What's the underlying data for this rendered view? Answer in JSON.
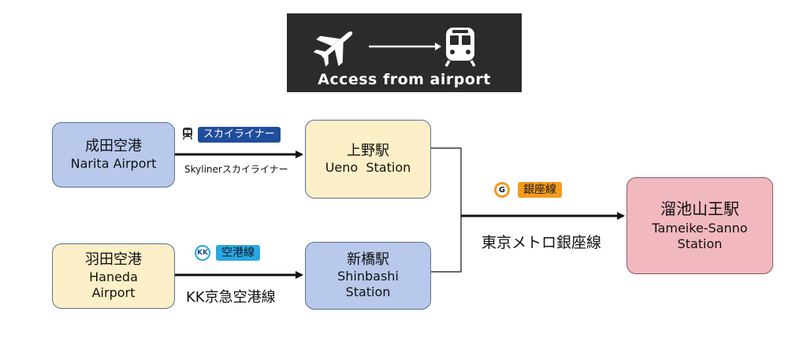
{
  "banner": {
    "text": "Access from airport",
    "icons": [
      "airplane-icon",
      "arrow-right-icon",
      "train-icon"
    ]
  },
  "stations": {
    "narita": {
      "jp": "成田空港",
      "en": "Narita Airport"
    },
    "ueno": {
      "jp": "上野駅",
      "en": "Ueno  Station"
    },
    "haneda": {
      "jp": "羽田空港",
      "en1": "Haneda",
      "en2": "Airport"
    },
    "shinbashi": {
      "jp": "新橋駅",
      "en1": "Shinbashi",
      "en2": "Station"
    },
    "tameike": {
      "jp": "溜池山王駅",
      "en1": "Tameike-Sanno",
      "en2": "Station"
    }
  },
  "lines": {
    "skyliner": {
      "badge": "スカイライナー",
      "label": "Skylinerスカイライナー",
      "color": "#1f4e9c"
    },
    "keikyu": {
      "icon_text": "KK",
      "badge": "空港線",
      "label": "KK京急空港線",
      "color": "#2aa7de"
    },
    "ginza": {
      "icon_text": "G",
      "badge": "銀座線",
      "label": "東京メトロ銀座線",
      "color": "#f39a1e"
    }
  }
}
